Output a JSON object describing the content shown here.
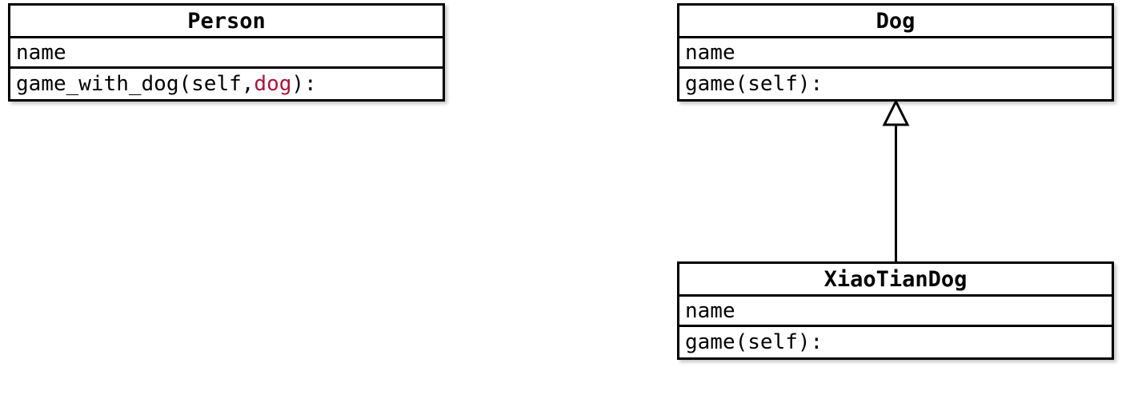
{
  "diagram": {
    "type": "uml-class-diagram",
    "background_color": "#ffffff",
    "line_color": "#000000",
    "accent_color": "#b3123a"
  },
  "classes": [
    {
      "id": "person",
      "name": "Person",
      "attributes": [
        "name"
      ],
      "methods_prefix": "game_with_dog(self, ",
      "methods_accent": "dog",
      "methods_suffix": "):"
    },
    {
      "id": "dog",
      "name": "Dog",
      "attributes": [
        "name"
      ],
      "methods": [
        "game(self):"
      ]
    },
    {
      "id": "xiaotiandog",
      "name": "XiaoTianDog",
      "attributes": [
        "name"
      ],
      "methods": [
        "game(self):"
      ]
    }
  ],
  "relationships": [
    {
      "kind": "generalization",
      "label": "",
      "from": "XiaoTianDog",
      "to": "Dog",
      "arrow": "hollow-triangle"
    }
  ]
}
